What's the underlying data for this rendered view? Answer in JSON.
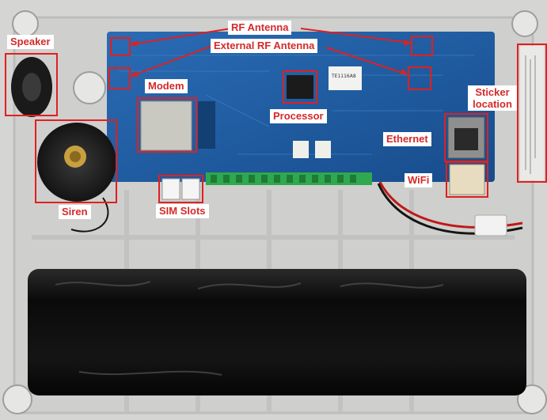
{
  "labels": {
    "rf_antenna": "RF Antenna",
    "external_rf_antenna": "External RF Antenna",
    "speaker": "Speaker",
    "modem": "Modem",
    "processor": "Processor",
    "sticker_location": "Sticker location",
    "ethernet": "Ethernet",
    "siren": "Siren",
    "wifi": "WiFi",
    "sim_slots": "SIM Slots"
  },
  "board": {
    "model_label": "TE1116A8"
  },
  "colors": {
    "annotation": "#e02020",
    "board": "#1f5fa8",
    "enclosure": "#d8d8d6",
    "battery": "#0c0c0c",
    "terminal": "#2fa84f"
  }
}
